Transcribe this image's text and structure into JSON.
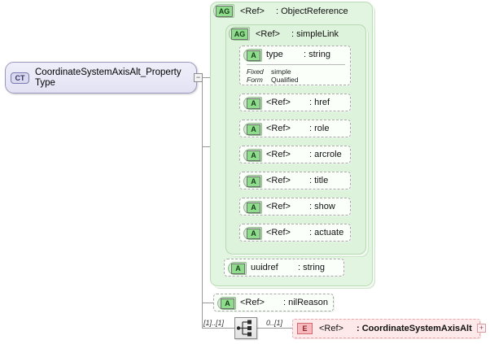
{
  "diagram": {
    "kind": "xml-schema-diagram",
    "root": {
      "badge": "CT",
      "label": "CoordinateSystemAxisAlt_Property\nType",
      "toggle": "−"
    },
    "groups": [
      {
        "badge": "AG",
        "ref": "<Ref>",
        "type": ": ObjectReference"
      },
      {
        "badge": "AG",
        "ref": "<Ref>",
        "type": ": simpleLink"
      }
    ],
    "attributes": [
      {
        "badge": "A",
        "name": "type",
        "type": ": string",
        "facets": [
          {
            "key": "Fixed",
            "value": "simple"
          },
          {
            "key": "Form",
            "value": "Qualified"
          }
        ]
      },
      {
        "badge": "A",
        "name": "<Ref>",
        "type": ": href"
      },
      {
        "badge": "A",
        "name": "<Ref>",
        "type": ": role"
      },
      {
        "badge": "A",
        "name": "<Ref>",
        "type": ": arcrole"
      },
      {
        "badge": "A",
        "name": "<Ref>",
        "type": ": title"
      },
      {
        "badge": "A",
        "name": "<Ref>",
        "type": ": show"
      },
      {
        "badge": "A",
        "name": "<Ref>",
        "type": ": actuate"
      },
      {
        "badge": "A",
        "name": "uuidref",
        "type": ": string"
      },
      {
        "badge": "A",
        "name": "<Ref>",
        "type": ": nilReason"
      }
    ],
    "compositor": {
      "icon": "sequence-icon",
      "cardinality_left": "[1]..[1]",
      "cardinality_right": "0..[1]"
    },
    "element": {
      "badge": "E",
      "ref": "<Ref>",
      "type": ": CoordinateSystemAxisAlt",
      "toggle": "+"
    },
    "colors": {
      "complex_type_fill": "#e8e8f6",
      "group_fill": "#e2f5e0",
      "attribute_badge": "#8fdc8c",
      "element_fill": "#fde9ea",
      "element_badge": "#f6b9bd",
      "connector_line": "#9a9a9a"
    }
  }
}
